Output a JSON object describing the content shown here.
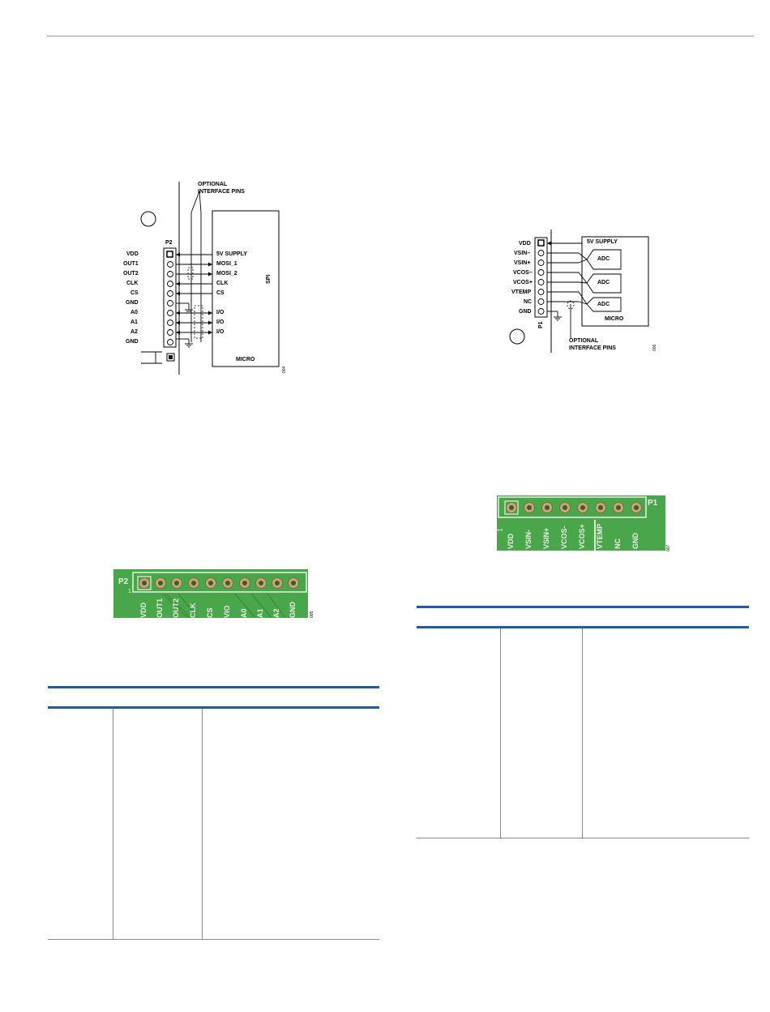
{
  "fig_left": {
    "optional_label_1": "OPTIONAL",
    "optional_label_2": "INTERFACE PINS",
    "connector": "P2",
    "pins": [
      "VDD",
      "OUT1",
      "OUT2",
      "CLK",
      "CS",
      "GND",
      "A0",
      "A1",
      "A2",
      "GND"
    ],
    "signals": [
      "5V SUPPLY",
      "MOSI_1",
      "MOSI_2",
      "CLK",
      "CS",
      "I/O",
      "I/O",
      "I/O"
    ],
    "micro_label": "MICRO",
    "spi_label": "SPI",
    "fig_num": "004"
  },
  "fig_right": {
    "pins": [
      "VDD",
      "VSIN–",
      "VSIN+",
      "VCOS–",
      "VCOS+",
      "VTEMP",
      "NC",
      "GND"
    ],
    "supply_label": "5V SUPPLY",
    "adc_label": "ADC",
    "micro_label": "MICRO",
    "connector": "P1",
    "optional_label_1": "OPTIONAL",
    "optional_label_2": "INTERFACE PINS",
    "fig_num": "006"
  },
  "photo_left": {
    "connector": "P2",
    "pin1": "1",
    "labels": [
      "VDD",
      "OUT1",
      "OUT2",
      "CLK",
      "CS",
      "VIO",
      "A0",
      "A1",
      "A2",
      "GND"
    ],
    "fig_num": "005"
  },
  "photo_right": {
    "connector": "P1",
    "pin1": "1",
    "labels": [
      "VDD",
      "VSIN-",
      "VSIN+",
      "VCOS-",
      "VCOS+",
      "VTEMP",
      "NC",
      "GND"
    ],
    "fig_num": "007"
  },
  "colors": {
    "pcb_green": "#4aa64a",
    "table_rule": "#1c5ca8"
  }
}
